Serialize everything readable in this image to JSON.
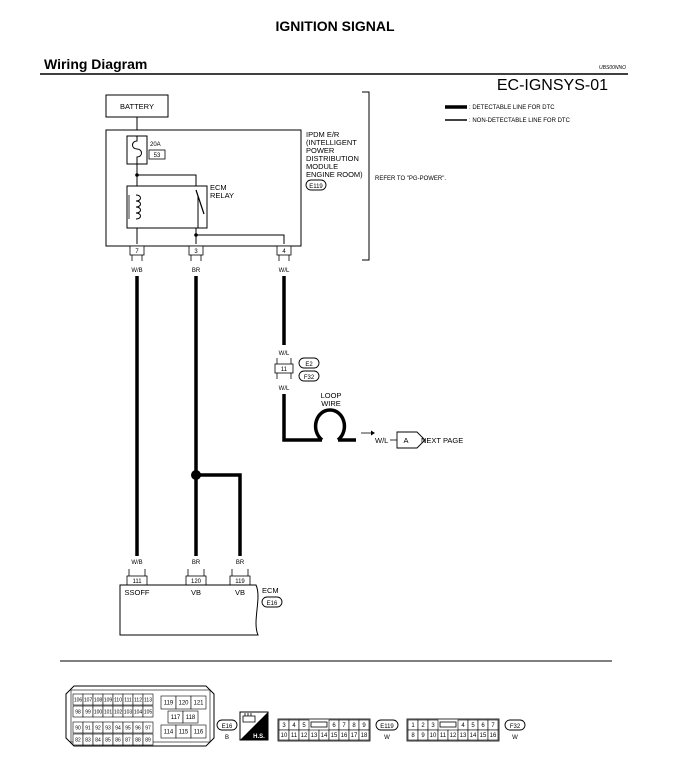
{
  "header": {
    "title": "IGNITION SIGNAL",
    "subtitle": "Wiring Diagram",
    "ref_code": "UBS00NNO",
    "diagram_code": "EC-IGNSYS-01"
  },
  "legend": {
    "detectable": ": DETECTABLE LINE FOR DTC",
    "non_detectable": ": NON-DETECTABLE LINE FOR DTC"
  },
  "battery": {
    "label": "BATTERY"
  },
  "ipdm": {
    "lines": [
      "IPDM E/R",
      "(INTELLIGENT",
      "POWER",
      "DISTRIBUTION",
      "MODULE",
      "ENGINE ROOM)"
    ],
    "connector": "E119",
    "fuse_rating": "20A",
    "fuse_number": "53",
    "relay_lines": [
      "ECM",
      "RELAY"
    ],
    "refer": "REFER TO \"PG-POWER\".",
    "terminals": [
      "7",
      "3",
      "4"
    ],
    "wire_colors": [
      "W/B",
      "BR",
      "W/L"
    ]
  },
  "joint": {
    "color_top": "W/L",
    "terminal": "11",
    "connector_top": "E2",
    "connector_bottom": "F32",
    "color_bottom": "W/L"
  },
  "loop": {
    "lines": [
      "LOOP",
      "WIRE"
    ],
    "wire_color": "W/L",
    "ref_letter": "A",
    "next": "NEXT PAGE"
  },
  "ecm": {
    "label": "ECM",
    "connector": "E16",
    "wire_colors": [
      "W/B",
      "BR",
      "BR"
    ],
    "terminals": [
      "111",
      "120",
      "119"
    ],
    "signals": [
      "SSOFF",
      "VB",
      "VB"
    ]
  },
  "connectors": {
    "ecm_block": {
      "rows_left": [
        [
          "106",
          "107",
          "108",
          "109",
          "110",
          "111",
          "112",
          "113"
        ],
        [
          "98",
          "99",
          "100",
          "101",
          "102",
          "103",
          "104",
          "105"
        ],
        [
          "90",
          "91",
          "92",
          "93",
          "94",
          "95",
          "96",
          "97"
        ],
        [
          "82",
          "83",
          "84",
          "85",
          "86",
          "87",
          "88",
          "89"
        ]
      ],
      "right_top": [
        "119",
        "120",
        "121"
      ],
      "right_mid": [
        "117",
        "118"
      ],
      "right_bottom": [
        "114",
        "115",
        "116"
      ],
      "id": "E16",
      "color": "B"
    },
    "hs_label": "H.S.",
    "e119": {
      "top": [
        "3",
        "4",
        "5",
        "",
        "6",
        "7",
        "8",
        "9"
      ],
      "bottom": [
        "10",
        "11",
        "12",
        "13",
        "14",
        "15",
        "16",
        "17",
        "18"
      ],
      "id": "E119",
      "color": "W"
    },
    "f32": {
      "top": [
        "1",
        "2",
        "3",
        "",
        "4",
        "5",
        "6",
        "7"
      ],
      "bottom": [
        "8",
        "9",
        "10",
        "11",
        "12",
        "13",
        "14",
        "15",
        "16"
      ],
      "id": "F32",
      "color": "W"
    }
  }
}
